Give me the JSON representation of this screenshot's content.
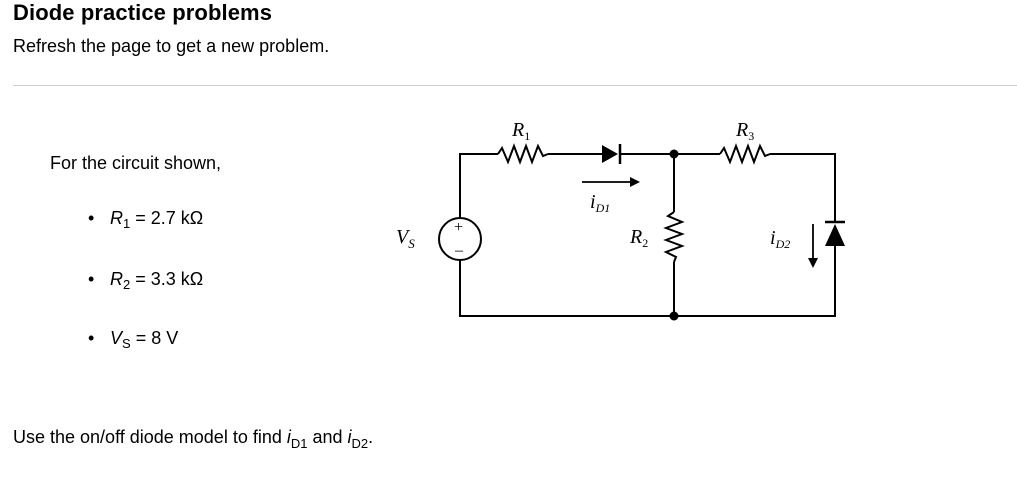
{
  "header": {
    "title": "Diode practice problems",
    "subtitle": "Refresh the page to get a new problem."
  },
  "problem": {
    "intro": "For the circuit shown,",
    "params": [
      {
        "symbol": "R",
        "sub": "1",
        "value": "= 2.7 kΩ"
      },
      {
        "symbol": "R",
        "sub": "2",
        "value": "= 3.3 kΩ"
      },
      {
        "symbol": "V",
        "sub": "S",
        "value": "= 8 V"
      }
    ],
    "question": {
      "prefix": "Use the on/off diode model to find ",
      "var1": "i",
      "var1_sub": "D1",
      "middle": " and ",
      "var2": "i",
      "var2_sub": "D2",
      "suffix": "."
    }
  },
  "circuit": {
    "r1_label": "R",
    "r1_sub": "1",
    "r2_label": "R",
    "r2_sub": "2",
    "r3_label": "R",
    "r3_sub": "3",
    "vs_label": "V",
    "vs_sub": "S",
    "id1_label": "i",
    "id1_sub": "D1",
    "id2_label": "i",
    "id2_sub": "D2",
    "plus_sign": "+",
    "minus_sign": "–"
  }
}
